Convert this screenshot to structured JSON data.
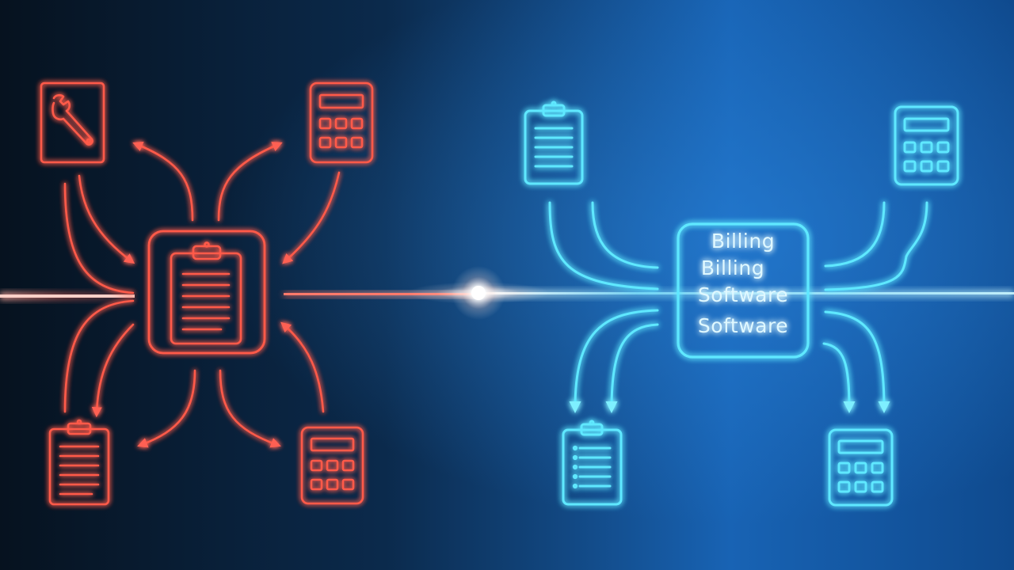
{
  "colors": {
    "background_left": "#06121f",
    "background_right": "#1c6fc4",
    "red_accent": "#ff5a4a",
    "red_glow": "#ff3a2e",
    "blue_accent": "#5fe8ff",
    "blue_glow": "#33d2ff",
    "center_flare": "#ffffff"
  },
  "left_group": {
    "hub_icon": "clipboard-icon",
    "nodes": [
      {
        "position": "top-left",
        "icon": "wrench-icon"
      },
      {
        "position": "top-right",
        "icon": "calculator-icon"
      },
      {
        "position": "bottom-left",
        "icon": "clipboard-icon"
      },
      {
        "position": "bottom-right",
        "icon": "calculator-icon"
      }
    ]
  },
  "right_group": {
    "hub_lines": [
      "Billing",
      "Billing",
      "Software",
      "Software"
    ],
    "nodes": [
      {
        "position": "top-left",
        "icon": "clipboard-icon"
      },
      {
        "position": "top-right",
        "icon": "calculator-icon"
      },
      {
        "position": "bottom-left",
        "icon": "clipboard-icon"
      },
      {
        "position": "bottom-right",
        "icon": "calculator-icon"
      }
    ]
  }
}
